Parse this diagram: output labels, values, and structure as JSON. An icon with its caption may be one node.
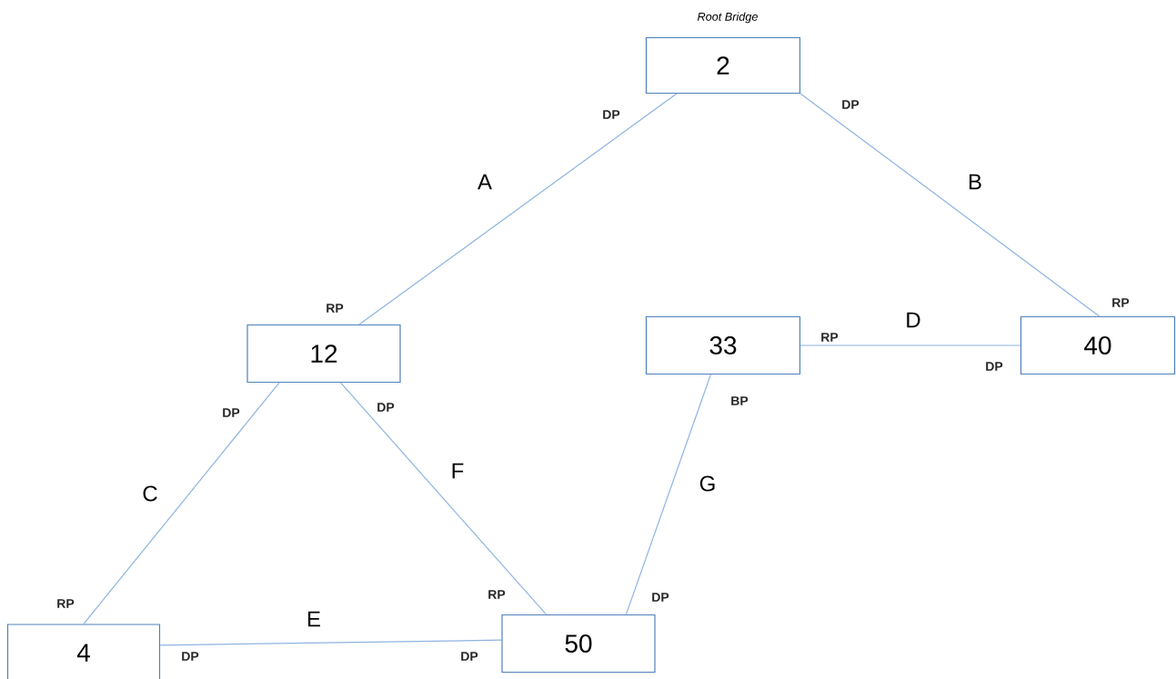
{
  "diagram": {
    "nodes": [
      {
        "text": [
          "2"
        ],
        "beside": [
          "Root Bridge"
        ]
      },
      {
        "text": [
          "12"
        ]
      },
      {
        "text": [
          "33"
        ]
      },
      {
        "text": [
          "40"
        ]
      },
      {
        "text": [
          "4"
        ]
      },
      {
        "text": [
          "50"
        ]
      }
    ],
    "edges": [
      {
        "from": 0,
        "to": 1,
        "arrow": "none",
        "label": "A"
      },
      {
        "from": 0,
        "to": 3,
        "arrow": "none",
        "label": "B"
      },
      {
        "from": 1,
        "to": 4,
        "arrow": "none",
        "label": "C"
      },
      {
        "from": 2,
        "to": 3,
        "arrow": "none",
        "label": "D"
      },
      {
        "from": 4,
        "to": 5,
        "arrow": "none",
        "label": "E"
      },
      {
        "from": 1,
        "to": 5,
        "arrow": "none",
        "label": "F"
      },
      {
        "from": 2,
        "to": 5,
        "arrow": "none",
        "label": "G"
      }
    ],
    "labels": [
      "DP",
      "DP",
      "RP",
      "RP",
      "RP",
      "DP",
      "BP",
      "DP",
      "DP",
      "RP",
      "DP",
      "RP",
      "DP",
      "DP"
    ]
  }
}
